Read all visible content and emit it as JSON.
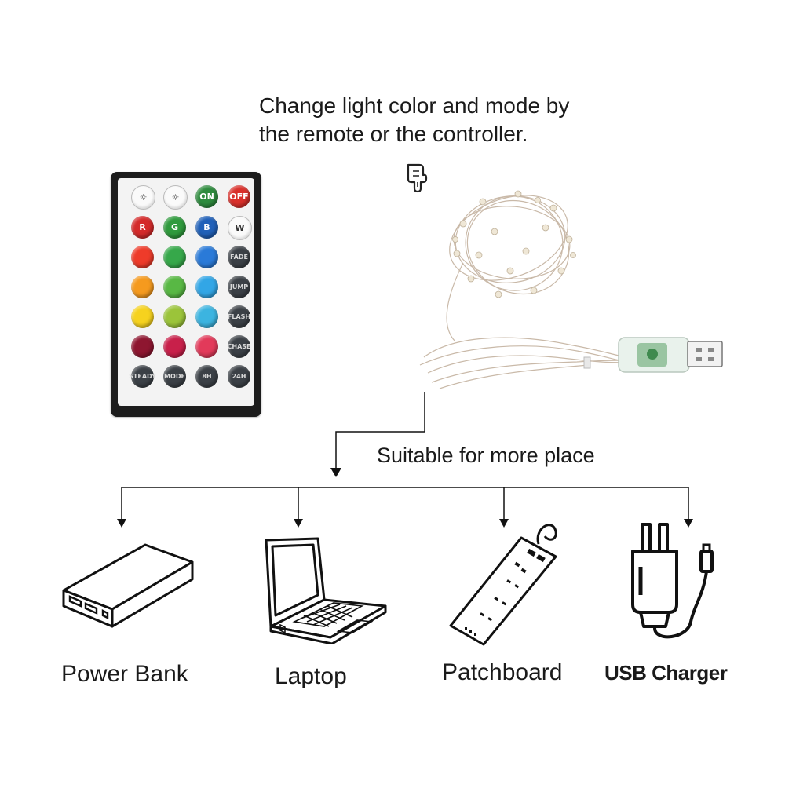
{
  "caption": {
    "line1": "Change light color and mode by",
    "line2": "the remote or the controller."
  },
  "remote": {
    "buttons": [
      {
        "label": "☼",
        "color": "#fafafa",
        "kind": "white"
      },
      {
        "label": "☼",
        "color": "#fafafa",
        "kind": "white"
      },
      {
        "label": "ON",
        "color": "#2e8b3e",
        "kind": "color"
      },
      {
        "label": "OFF",
        "color": "#d9302b",
        "kind": "color"
      },
      {
        "label": "R",
        "color": "#d42a2a",
        "kind": "color"
      },
      {
        "label": "G",
        "color": "#2f9a3d",
        "kind": "color"
      },
      {
        "label": "B",
        "color": "#2060b8",
        "kind": "color"
      },
      {
        "label": "W",
        "color": "#fafafa",
        "kind": "white"
      },
      {
        "label": "",
        "color": "#ee3b2a",
        "kind": "color"
      },
      {
        "label": "",
        "color": "#36a84a",
        "kind": "color"
      },
      {
        "label": "",
        "color": "#2a7ad8",
        "kind": "color"
      },
      {
        "label": "FADE",
        "color": "#3b4046",
        "kind": "dark"
      },
      {
        "label": "",
        "color": "#f59a1e",
        "kind": "color"
      },
      {
        "label": "",
        "color": "#58b844",
        "kind": "color"
      },
      {
        "label": "",
        "color": "#32a6e6",
        "kind": "color"
      },
      {
        "label": "JUMP",
        "color": "#3b4046",
        "kind": "dark"
      },
      {
        "label": "",
        "color": "#f6d21e",
        "kind": "color"
      },
      {
        "label": "",
        "color": "#9bc43a",
        "kind": "color"
      },
      {
        "label": "",
        "color": "#3cb4e0",
        "kind": "color"
      },
      {
        "label": "FLASH",
        "color": "#3b4046",
        "kind": "dark"
      },
      {
        "label": "",
        "color": "#8e1630",
        "kind": "color"
      },
      {
        "label": "",
        "color": "#c8204a",
        "kind": "color"
      },
      {
        "label": "",
        "color": "#e23a5a",
        "kind": "color"
      },
      {
        "label": "CHASE",
        "color": "#3b4046",
        "kind": "dark"
      },
      {
        "label": "STEADY",
        "color": "#3b4046",
        "kind": "dark"
      },
      {
        "label": "MODE",
        "color": "#3b4046",
        "kind": "dark"
      },
      {
        "label": "8H",
        "color": "#3b4046",
        "kind": "dark"
      },
      {
        "label": "24H",
        "color": "#3b4046",
        "kind": "dark"
      }
    ]
  },
  "flow": {
    "subtitle": "Suitable for more place",
    "devices": [
      {
        "label": "Power Bank",
        "icon": "power-bank-icon"
      },
      {
        "label": "Laptop",
        "icon": "laptop-icon"
      },
      {
        "label": "Patchboard",
        "icon": "patchboard-icon"
      },
      {
        "label": "USB Charger",
        "icon": "usb-charger-icon"
      }
    ]
  }
}
